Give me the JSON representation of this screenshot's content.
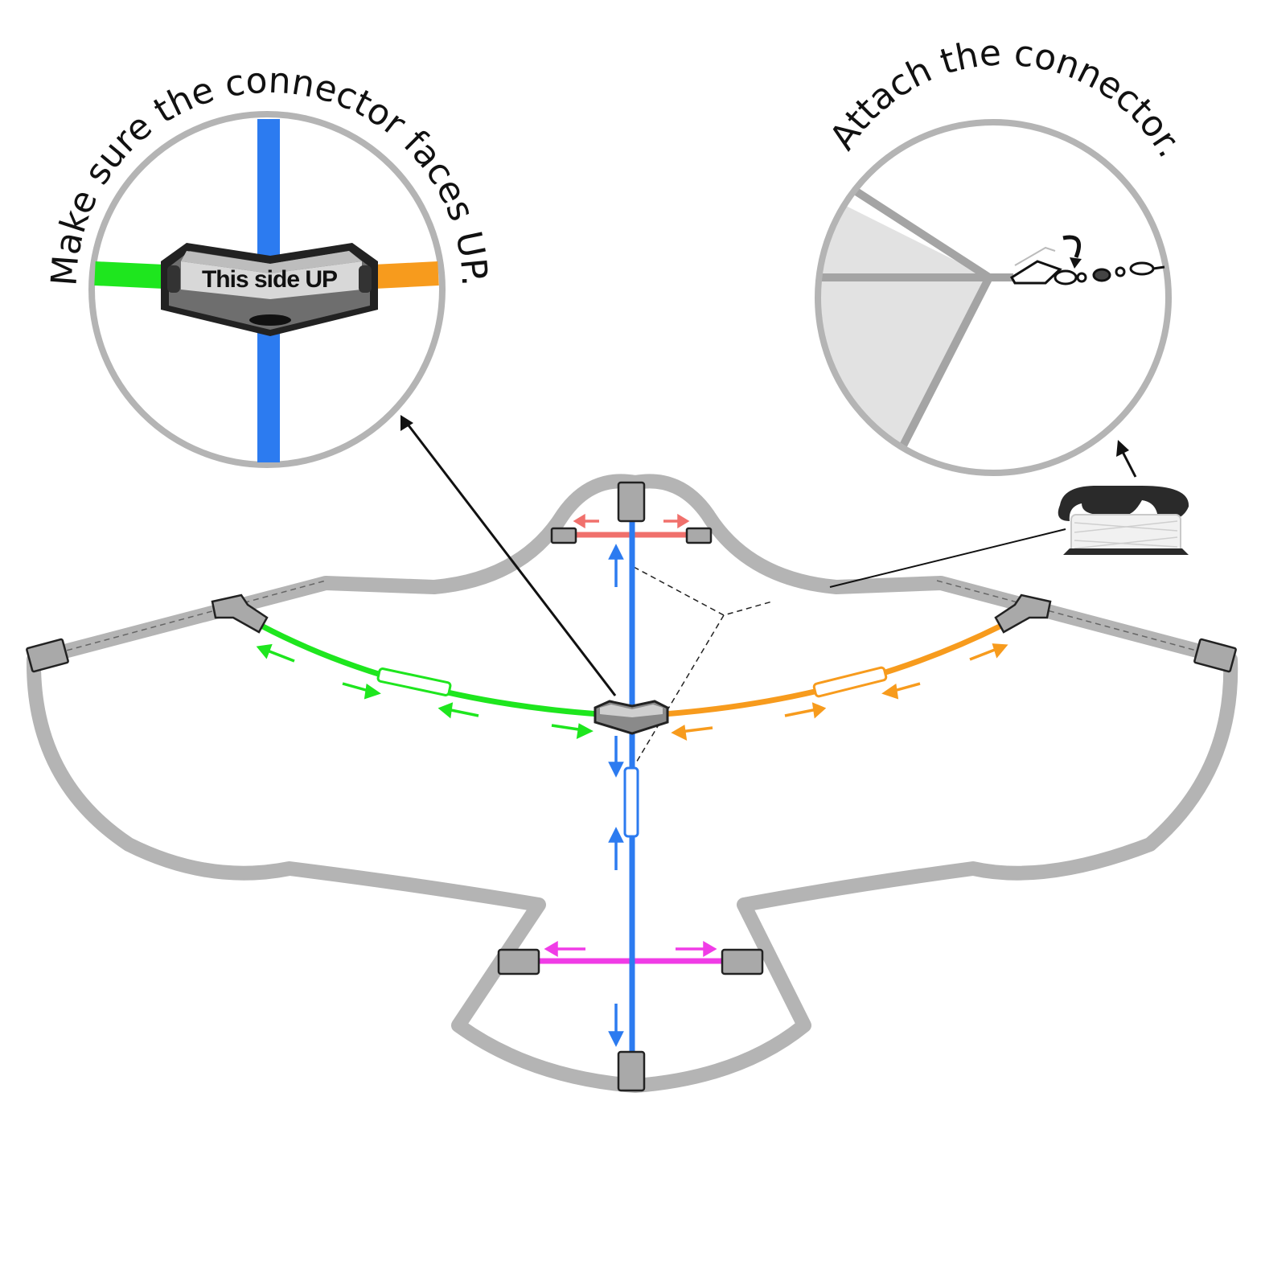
{
  "captions": {
    "left_callout": "Make sure the connector faces UP.",
    "right_callout": "Attach the connector.",
    "connector_label": "This side UP"
  },
  "colors": {
    "outline": "#b4b4b4",
    "spine": "#2c7bf0",
    "left_spar": "#1ee61e",
    "right_spar": "#f79b1d",
    "head_spar": "#f0706c",
    "tail_spar": "#f03ce6",
    "connector": "#8a8a8a",
    "end_cap": "#a9a9a9"
  },
  "icons": {
    "callout_arrow": "arrow-up-left-icon",
    "line_winder": "line-winder-icon",
    "snap_swivel": "snap-swivel-icon",
    "rotate_hint": "curved-arrow-icon"
  }
}
